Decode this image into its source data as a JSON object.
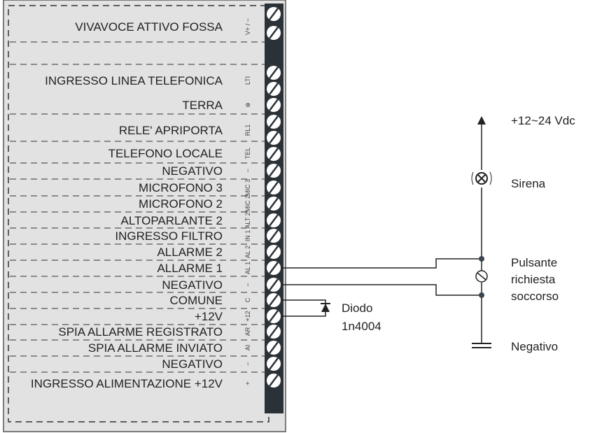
{
  "title": "Wiring diagram",
  "rows": [
    {
      "label": "VIVAVOCE ATTIVO FOSSA",
      "code": "V+ / −"
    },
    {
      "label": "INGRESSO LINEA TELEFONICA",
      "code": "LTI"
    },
    {
      "label": "TERRA",
      "code": "⊕"
    },
    {
      "label": "RELE' APRIPORTA",
      "code": "RL1"
    },
    {
      "label": "TELEFONO LOCALE",
      "code": "TEL"
    },
    {
      "label": "NEGATIVO",
      "code": "−"
    },
    {
      "label": "MICROFONO 3",
      "code": "MIC 3"
    },
    {
      "label": "MICROFONO 2",
      "code": "MIC 2"
    },
    {
      "label": "ALTOPARLANTE 2",
      "code": "ALT 2"
    },
    {
      "label": "INGRESSO FILTRO",
      "code": "IN 1"
    },
    {
      "label": "ALLARME 2",
      "code": "AL 2"
    },
    {
      "label": "ALLARME 1",
      "code": "AL 1"
    },
    {
      "label": "NEGATIVO",
      "code": "−"
    },
    {
      "label": "COMUNE",
      "code": "C"
    },
    {
      "label": "+12V",
      "code": "+12"
    },
    {
      "label": "SPIA ALLARME REGISTRATO",
      "code": "AR"
    },
    {
      "label": "SPIA ALLARME INVIATO",
      "code": "AI"
    },
    {
      "label": "NEGATIVO",
      "code": "−"
    },
    {
      "label": "INGRESSO ALIMENTAZIONE +12V",
      "code": "+"
    }
  ],
  "circuit": {
    "supply": "+12~24 Vdc",
    "siren": "Sirena",
    "button_line1": "Pulsante",
    "button_line2": "richiesta",
    "button_line3": "soccorso",
    "ground": "Negativo",
    "diode_line1": "Diodo",
    "diode_line2": "1n4004"
  }
}
